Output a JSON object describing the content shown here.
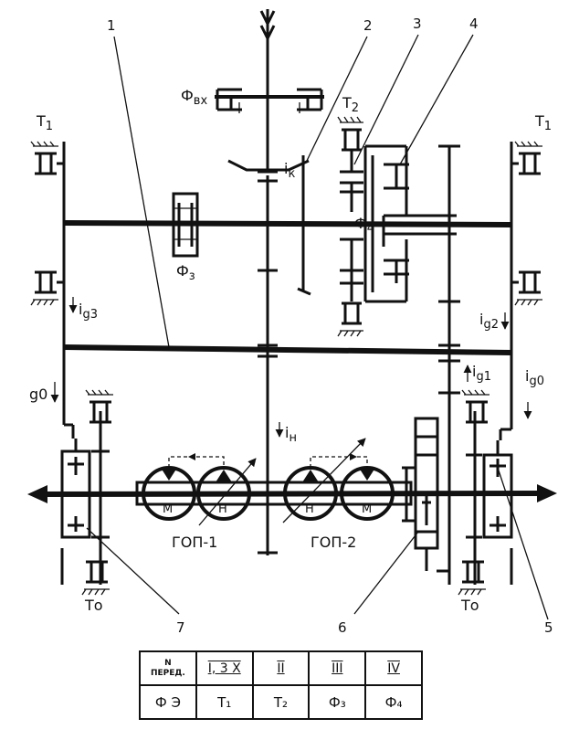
{
  "callouts": {
    "c1": "1",
    "c2": "2",
    "c3": "3",
    "c4": "4",
    "c5": "5",
    "c6": "6",
    "c7": "7"
  },
  "labels": {
    "f_in": "Ф",
    "f_in_sub": "вх",
    "t1_left": "Т",
    "t1_left_sub": "1",
    "t1_right": "Т",
    "t1_right_sub": "1",
    "t2": "Т",
    "t2_sub": "2",
    "f3": "Ф",
    "f3_sub": "з",
    "f4": "Ф",
    "f4_sub": "4",
    "ik": "i",
    "ik_sub": "к",
    "ig3": "i",
    "ig3_sub": "g3",
    "ig2": "i",
    "ig2_sub": "g2",
    "ig1": "i",
    "ig1_sub": "g1",
    "ig0_right": "i",
    "ig0_right_sub": "g0",
    "g0_left": "g0",
    "ih": "i",
    "ih_sub": "н",
    "t0_left": "То",
    "t0_right": "То",
    "gop1": "ГОП-1",
    "gop2": "ГОП-2",
    "pump_h": "Н",
    "motor_m": "М"
  },
  "table": {
    "header_line1": "N",
    "header_line2": "ПЕРЕД.",
    "gears": [
      "I, 3 X",
      "II",
      "III",
      "IV"
    ],
    "row2_label": "Ф Э",
    "engaged": [
      "Т₁",
      "Т₂",
      "Ф₃",
      "Ф₄"
    ]
  }
}
